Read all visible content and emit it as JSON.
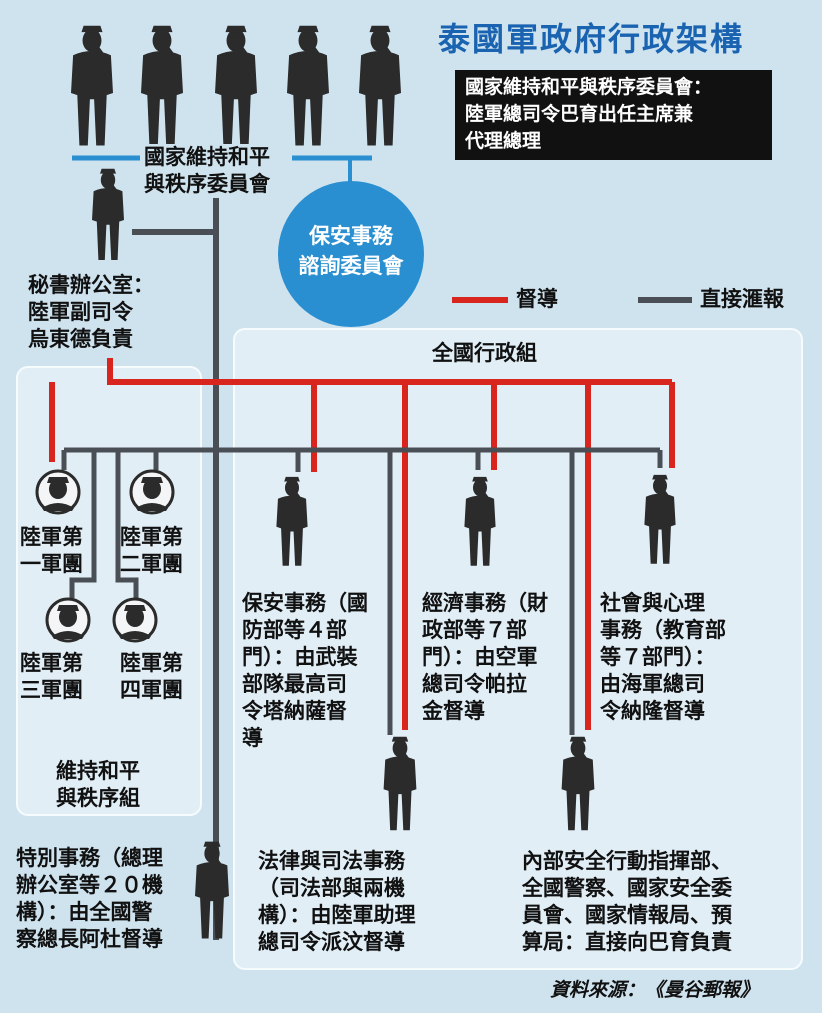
{
  "title": "泰國軍政府行政架構",
  "info_box": "國家維持和平與秩序委員會：\n陸軍總司令巴育出任主席兼\n代理總理",
  "nodes": {
    "npocc": "國家維持和平\n與秩序委員會",
    "security_council": "保安事務\n諮詢委員會",
    "secretary_office": "秘書辦公室：\n陸軍副司令\n烏東德負責",
    "national_admin": "全國行政組",
    "peace_order_group": "維持和平\n與秩序組",
    "army1": "陸軍第\n一軍團",
    "army2": "陸軍第\n二軍團",
    "army3": "陸軍第\n三軍團",
    "army4": "陸軍第\n四軍團",
    "security_affairs": "保安事務（國\n防部等４部\n門）：由武裝\n部隊最高司\n令塔納薩督\n導",
    "economic_affairs": "經濟事務（財\n政部等７部\n門）：由空軍\n總司令帕拉\n金督導",
    "social_affairs": "社會與心理\n事務（教育部\n等７部門）：\n由海軍總司\n令納隆督導",
    "legal_affairs": "法律與司法事務\n（司法部與兩機\n構）：由陸軍助理\n總司令派汶督導",
    "internal_security": "內部安全行動指揮部、\n全國警察、國家安全委\n員會、國家情報局、預\n算局：直接向巴育負責",
    "special_affairs": "特別事務（總理\n辦公室等２０機\n構）：由全國警\n察總長阿杜督導"
  },
  "legend": {
    "supervise": "督導",
    "direct_report": "直接滙報"
  },
  "colors": {
    "supervise": "#d8261f",
    "direct_report": "#4a4f55",
    "accent": "#1a63b0",
    "circle": "#2a8fd0"
  },
  "source": "資料來源：《曼谷郵報》"
}
